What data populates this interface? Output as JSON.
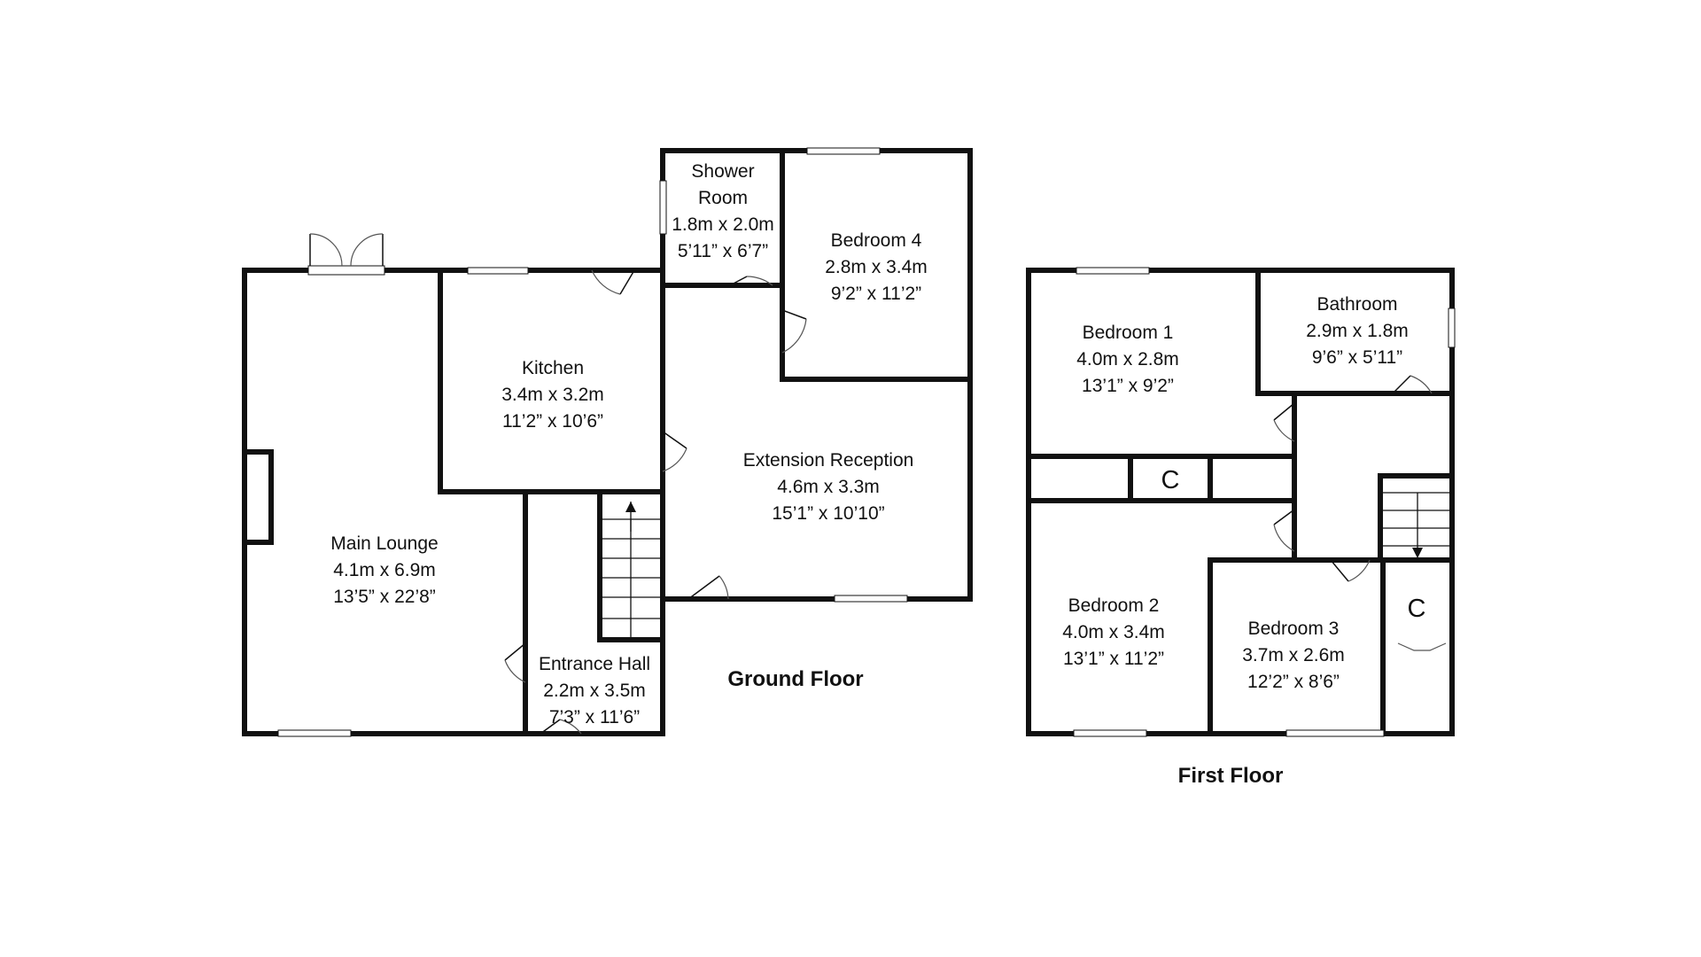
{
  "ground_floor": {
    "label": "Ground Floor",
    "rooms": [
      {
        "name": "Shower",
        "name2": "Room",
        "metric": "1.8m x 2.0m",
        "imperial": "5’11” x 6’7”"
      },
      {
        "name": "Bedroom 4",
        "metric": "2.8m x 3.4m",
        "imperial": "9’2” x 11’2”"
      },
      {
        "name": "Kitchen",
        "metric": "3.4m x 3.2m",
        "imperial": "11’2” x 10’6”"
      },
      {
        "name": "Extension Reception",
        "metric": "4.6m x 3.3m",
        "imperial": "15’1” x 10’10”"
      },
      {
        "name": "Main Lounge",
        "metric": "4.1m x 6.9m",
        "imperial": "13’5” x 22’8”"
      },
      {
        "name": "Entrance Hall",
        "metric": "2.2m x 3.5m",
        "imperial": "7’3” x 11’6”"
      }
    ]
  },
  "first_floor": {
    "label": "First Floor",
    "rooms": [
      {
        "name": "Bedroom 1",
        "metric": "4.0m x 2.8m",
        "imperial": "13’1” x 9’2”"
      },
      {
        "name": "Bathroom",
        "metric": "2.9m x 1.8m",
        "imperial": "9’6” x 5’11”"
      },
      {
        "name": "Bedroom 2",
        "metric": "4.0m x 3.4m",
        "imperial": "13’1” x 11’2”"
      },
      {
        "name": "Bedroom 3",
        "metric": "3.7m x 2.6m",
        "imperial": "12’2” x 8’6”"
      }
    ],
    "cupboards": [
      "C",
      "C"
    ]
  }
}
